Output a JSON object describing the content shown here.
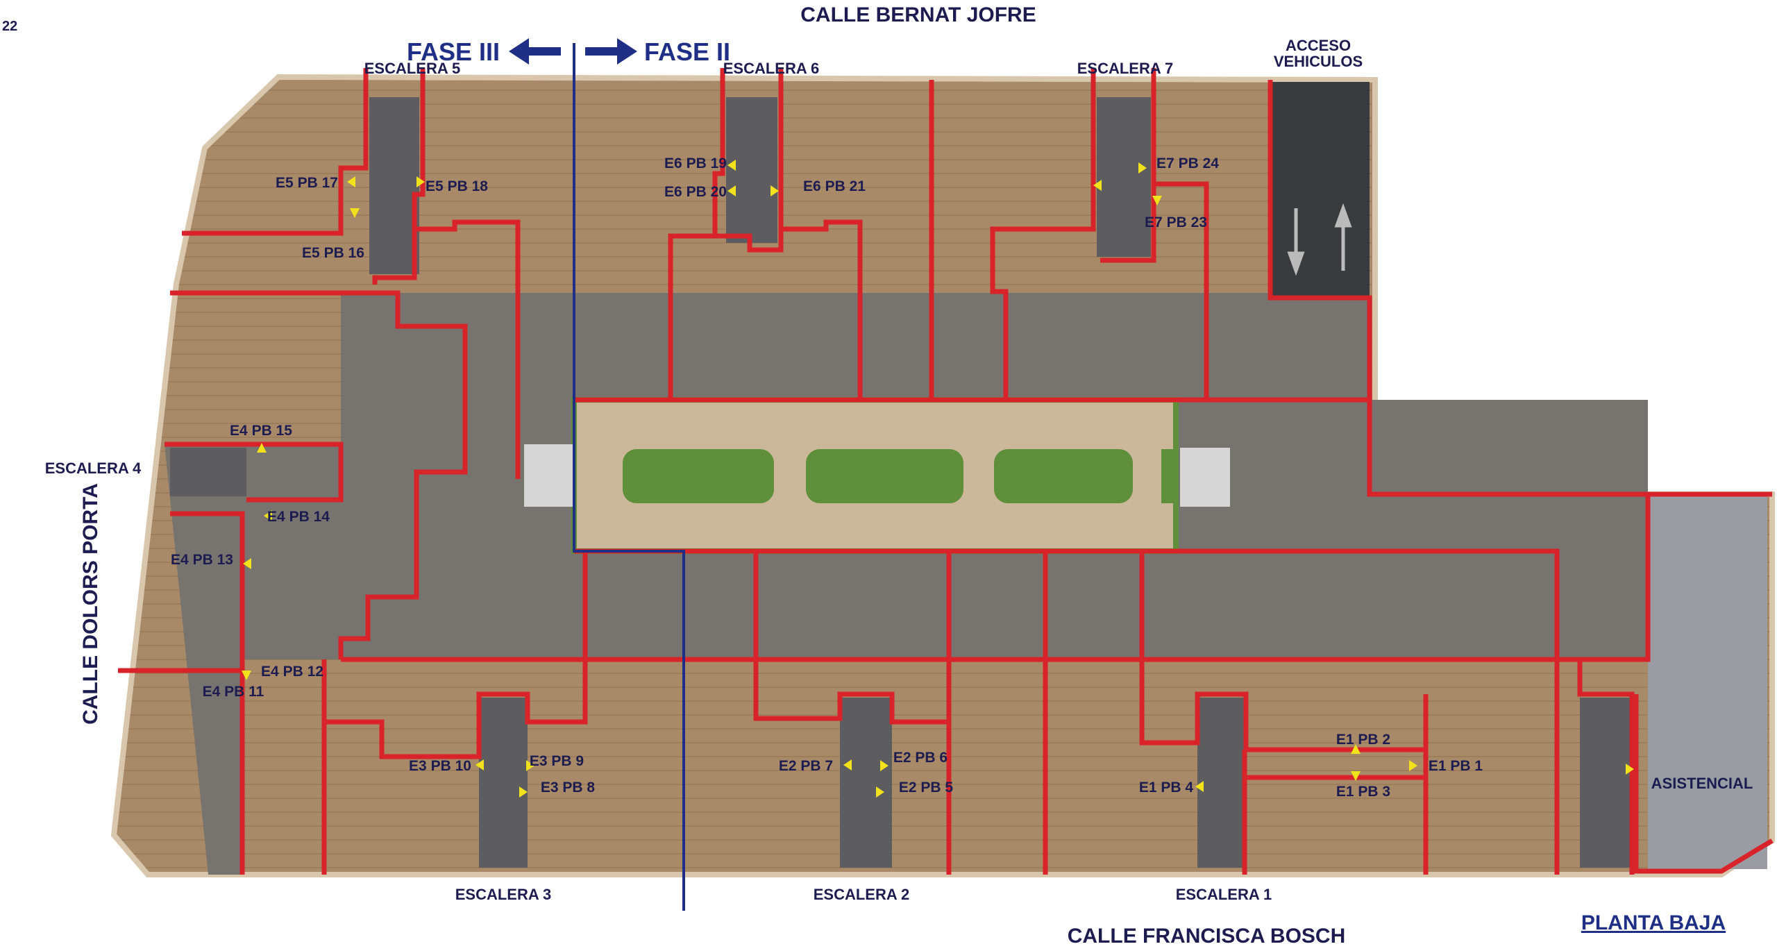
{
  "page_number": "22",
  "title": "PLANTA BAJA",
  "streets": {
    "north": "CALLE BERNAT JOFRE",
    "south": "CALLE FRANCISCA BOSCH",
    "west": "CALLE DOLORS PORTA"
  },
  "phases": {
    "left": "FASE III",
    "right": "FASE II"
  },
  "access": {
    "line1": "ACCESO",
    "line2": "VEHICULOS"
  },
  "assistencial": "ASISTENCIAL",
  "stairs": [
    "ESCALERA 1",
    "ESCALERA 2",
    "ESCALERA 3",
    "ESCALERA 4",
    "ESCALERA 5",
    "ESCALERA 6",
    "ESCALERA 7"
  ],
  "units": {
    "e1_1": "E1 PB 1",
    "e1_2": "E1 PB 2",
    "e1_3": "E1 PB 3",
    "e1_4": "E1 PB 4",
    "e2_5": "E2 PB 5",
    "e2_6": "E2 PB 6",
    "e2_7": "E2 PB 7",
    "e3_8": "E3 PB 8",
    "e3_9": "E3 PB 9",
    "e3_10": "E3 PB 10",
    "e4_11": "E4 PB 11",
    "e4_12": "E4 PB 12",
    "e4_13": "E4 PB 13",
    "e4_14": "E4 PB 14",
    "e4_15": "E4 PB 15",
    "e5_16": "E5 PB 16",
    "e5_17": "E5 PB 17",
    "e5_18": "E5 PB 18",
    "e6_19": "E6 PB 19",
    "e6_20": "E6 PB 20",
    "e6_21": "E6 PB 21",
    "e7_23": "E7 PB 23",
    "e7_24": "E7 PB 24"
  },
  "colors": {
    "wall": "#d8232a",
    "phase_line": "#1f2f86",
    "floor": "#a98a68",
    "corridor": "#75716c",
    "garden": "#5f8f3a",
    "marker": "#f2e21b"
  }
}
